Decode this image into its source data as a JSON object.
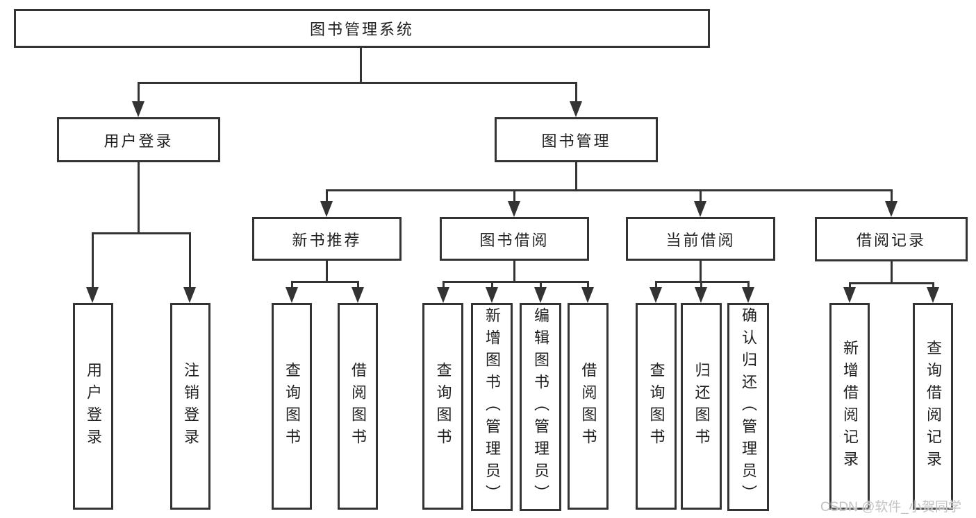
{
  "tree": {
    "root": "图书管理系统",
    "children": [
      {
        "label": "用户登录",
        "children": [
          "用户登录",
          "注销登录"
        ]
      },
      {
        "label": "图书管理",
        "children": [
          {
            "label": "新书推荐",
            "children": [
              "查询图书",
              "借阅图书"
            ]
          },
          {
            "label": "图书借阅",
            "children": [
              "查询图书",
              "新增图书（管理员）",
              "编辑图书（管理员）",
              "借阅图书"
            ]
          },
          {
            "label": "当前借阅",
            "children": [
              "查询图书",
              "归还图书",
              "确认归还（管理员）"
            ]
          },
          {
            "label": "借阅记录",
            "children": [
              "新增借阅记录",
              "查询借阅记录"
            ]
          }
        ]
      }
    ]
  },
  "watermark": {
    "text": "CSDN @软件_小贺同学"
  },
  "colors": {
    "line": "#333333",
    "box_border": "#333333",
    "box_background": "#ffffff",
    "text": "#1f1f1f",
    "watermark": "#c3c3c3",
    "background": "#ffffff"
  }
}
